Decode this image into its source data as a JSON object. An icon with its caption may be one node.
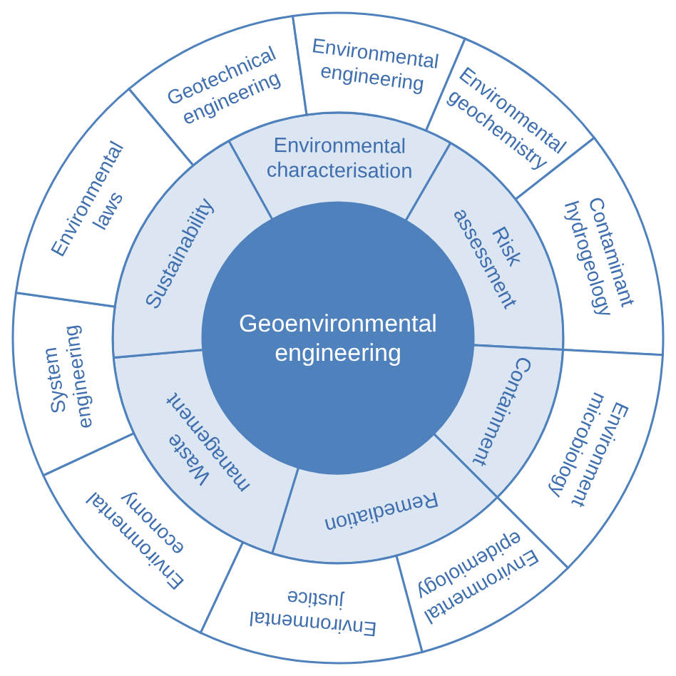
{
  "diagram": {
    "nodes": [
      {
        "text": [
          "Geoenvironmental engineering"
        ]
      },
      {
        "text": [
          "Environmental characterisation"
        ]
      },
      {
        "text": [
          "Risk assessment"
        ]
      },
      {
        "text": [
          "Containment"
        ]
      },
      {
        "text": [
          "Remediation"
        ]
      },
      {
        "text": [
          "Waste management"
        ]
      },
      {
        "text": [
          "Sustainability"
        ]
      },
      {
        "text": [
          "Geotechnical engineering"
        ]
      },
      {
        "text": [
          "Environmental engineering"
        ]
      },
      {
        "text": [
          "Environmental geochemistry"
        ]
      },
      {
        "text": [
          "Contaminant hydrogeology"
        ]
      },
      {
        "text": [
          "Environment microbiology"
        ]
      },
      {
        "text": [
          "Environmental epidemiology"
        ]
      },
      {
        "text": [
          "Environmental justice"
        ]
      },
      {
        "text": [
          "Environmental economy"
        ]
      },
      {
        "text": [
          "System engineering"
        ]
      },
      {
        "text": [
          "Environmental laws"
        ]
      }
    ]
  }
}
